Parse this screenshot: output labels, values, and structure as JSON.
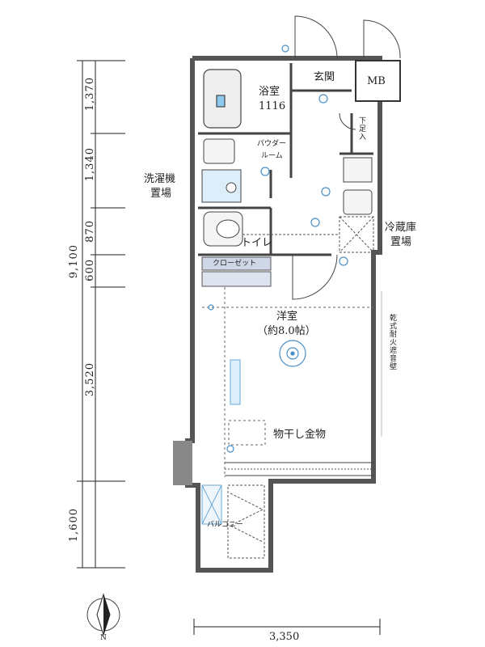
{
  "dimensions": {
    "total": "9,100",
    "segments": [
      "1,370",
      "1,340",
      "870",
      "600",
      "3,520",
      "1,600"
    ],
    "width": "3,350"
  },
  "rooms": {
    "bath_label": "浴室",
    "bath_size": "1116",
    "entrance": "玄関",
    "mb": "MB",
    "shoe": "下足入",
    "powder_line1": "パウダー",
    "powder_line2": "ルーム",
    "washer_line1": "洗濯機",
    "washer_line2": "置場",
    "toilet": "トイレ",
    "fridge_line1": "冷蔵庫",
    "fridge_line2": "置場",
    "closet": "クローゼット",
    "western": "洋室",
    "western_size": "（約8.0帖）",
    "drying": "物干し金物",
    "balcony": "バルコニー",
    "fire_wall": "乾式耐火遮音壁"
  },
  "compass": {
    "north": "N"
  }
}
